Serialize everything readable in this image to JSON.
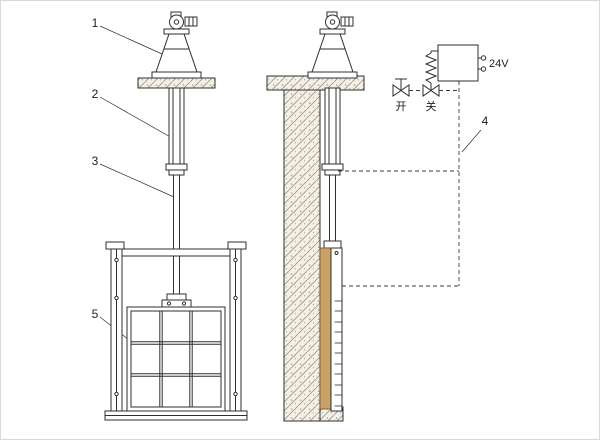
{
  "callouts": {
    "n1": "1",
    "n2": "2",
    "n3": "3",
    "n4": "4",
    "n5": "5"
  },
  "schematic": {
    "open_valve_label": "开",
    "close_valve_label": "关",
    "supply_label": "24V"
  },
  "colors": {
    "line": "#2f2f2f",
    "seal_strip": "#c9a269",
    "wall_fill": "#f4f0e6",
    "wire": "#3a3a3a"
  }
}
